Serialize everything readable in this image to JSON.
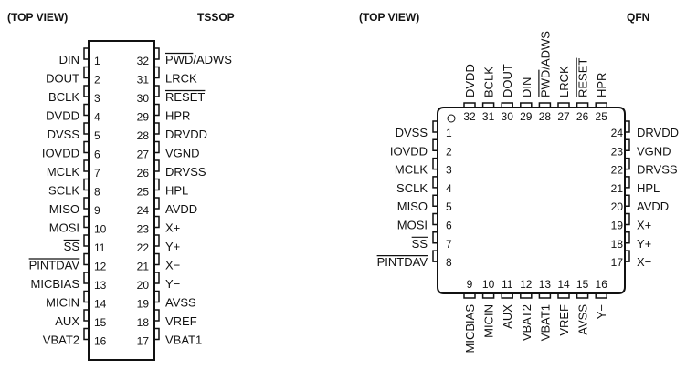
{
  "tssop": {
    "view_label": "(TOP VIEW)",
    "package_label": "TSSOP",
    "left_pins": [
      {
        "num": "1",
        "name": "DIN"
      },
      {
        "num": "2",
        "name": "DOUT"
      },
      {
        "num": "3",
        "name": "BCLK"
      },
      {
        "num": "4",
        "name": "DVDD"
      },
      {
        "num": "5",
        "name": "DVSS"
      },
      {
        "num": "6",
        "name": "IOVDD"
      },
      {
        "num": "7",
        "name": "MCLK"
      },
      {
        "num": "8",
        "name": "SCLK"
      },
      {
        "num": "9",
        "name": "MISO"
      },
      {
        "num": "10",
        "name": "MOSI"
      },
      {
        "num": "11",
        "name": "SS",
        "overline": true
      },
      {
        "num": "12",
        "name": "PINTDAV",
        "overline": true
      },
      {
        "num": "13",
        "name": "MICBIAS"
      },
      {
        "num": "14",
        "name": "MICIN"
      },
      {
        "num": "15",
        "name": "AUX"
      },
      {
        "num": "16",
        "name": "VBAT2"
      }
    ],
    "right_pins": [
      {
        "num": "32",
        "name": "PWD/ADWS",
        "overline_part": "PWD",
        "rest": "/ADWS"
      },
      {
        "num": "31",
        "name": "LRCK"
      },
      {
        "num": "30",
        "name": "RESET",
        "overline": true
      },
      {
        "num": "29",
        "name": "HPR"
      },
      {
        "num": "28",
        "name": "DRVDD"
      },
      {
        "num": "27",
        "name": "VGND"
      },
      {
        "num": "26",
        "name": "DRVSS"
      },
      {
        "num": "25",
        "name": "HPL"
      },
      {
        "num": "24",
        "name": "AVDD"
      },
      {
        "num": "23",
        "name": "X+"
      },
      {
        "num": "22",
        "name": "Y+"
      },
      {
        "num": "21",
        "name": "X−"
      },
      {
        "num": "20",
        "name": "Y−"
      },
      {
        "num": "19",
        "name": "AVSS"
      },
      {
        "num": "18",
        "name": "VREF"
      },
      {
        "num": "17",
        "name": "VBAT1"
      }
    ]
  },
  "qfn": {
    "view_label": "(TOP VIEW)",
    "package_label": "QFN",
    "left_pins": [
      {
        "num": "1",
        "name": "DVSS"
      },
      {
        "num": "2",
        "name": "IOVDD"
      },
      {
        "num": "3",
        "name": "MCLK"
      },
      {
        "num": "4",
        "name": "SCLK"
      },
      {
        "num": "5",
        "name": "MISO"
      },
      {
        "num": "6",
        "name": "MOSI"
      },
      {
        "num": "7",
        "name": "SS",
        "overline": true
      },
      {
        "num": "8",
        "name": "PINTDAV",
        "overline": true
      }
    ],
    "right_pins": [
      {
        "num": "24",
        "name": "DRVDD"
      },
      {
        "num": "23",
        "name": "VGND"
      },
      {
        "num": "22",
        "name": "DRVSS"
      },
      {
        "num": "21",
        "name": "HPL"
      },
      {
        "num": "20",
        "name": "AVDD"
      },
      {
        "num": "19",
        "name": "X+"
      },
      {
        "num": "18",
        "name": "Y+"
      },
      {
        "num": "17",
        "name": "X−"
      }
    ],
    "top_pins": [
      {
        "num": "32",
        "name": "DVDD"
      },
      {
        "num": "31",
        "name": "BCLK"
      },
      {
        "num": "30",
        "name": "DOUT"
      },
      {
        "num": "29",
        "name": "DIN"
      },
      {
        "num": "28",
        "name": "PWD/ADWS",
        "overline_part": "PWD",
        "rest": "/ADWS"
      },
      {
        "num": "27",
        "name": "LRCK"
      },
      {
        "num": "26",
        "name": "RESET",
        "overline": true
      },
      {
        "num": "25",
        "name": "HPR"
      }
    ],
    "bottom_pins": [
      {
        "num": "9",
        "name": "MICBIAS"
      },
      {
        "num": "10",
        "name": "MICIN"
      },
      {
        "num": "11",
        "name": "AUX"
      },
      {
        "num": "12",
        "name": "VBAT2"
      },
      {
        "num": "13",
        "name": "VBAT1"
      },
      {
        "num": "14",
        "name": "VREF"
      },
      {
        "num": "15",
        "name": "AVSS"
      },
      {
        "num": "16",
        "name": "Y−"
      }
    ]
  }
}
